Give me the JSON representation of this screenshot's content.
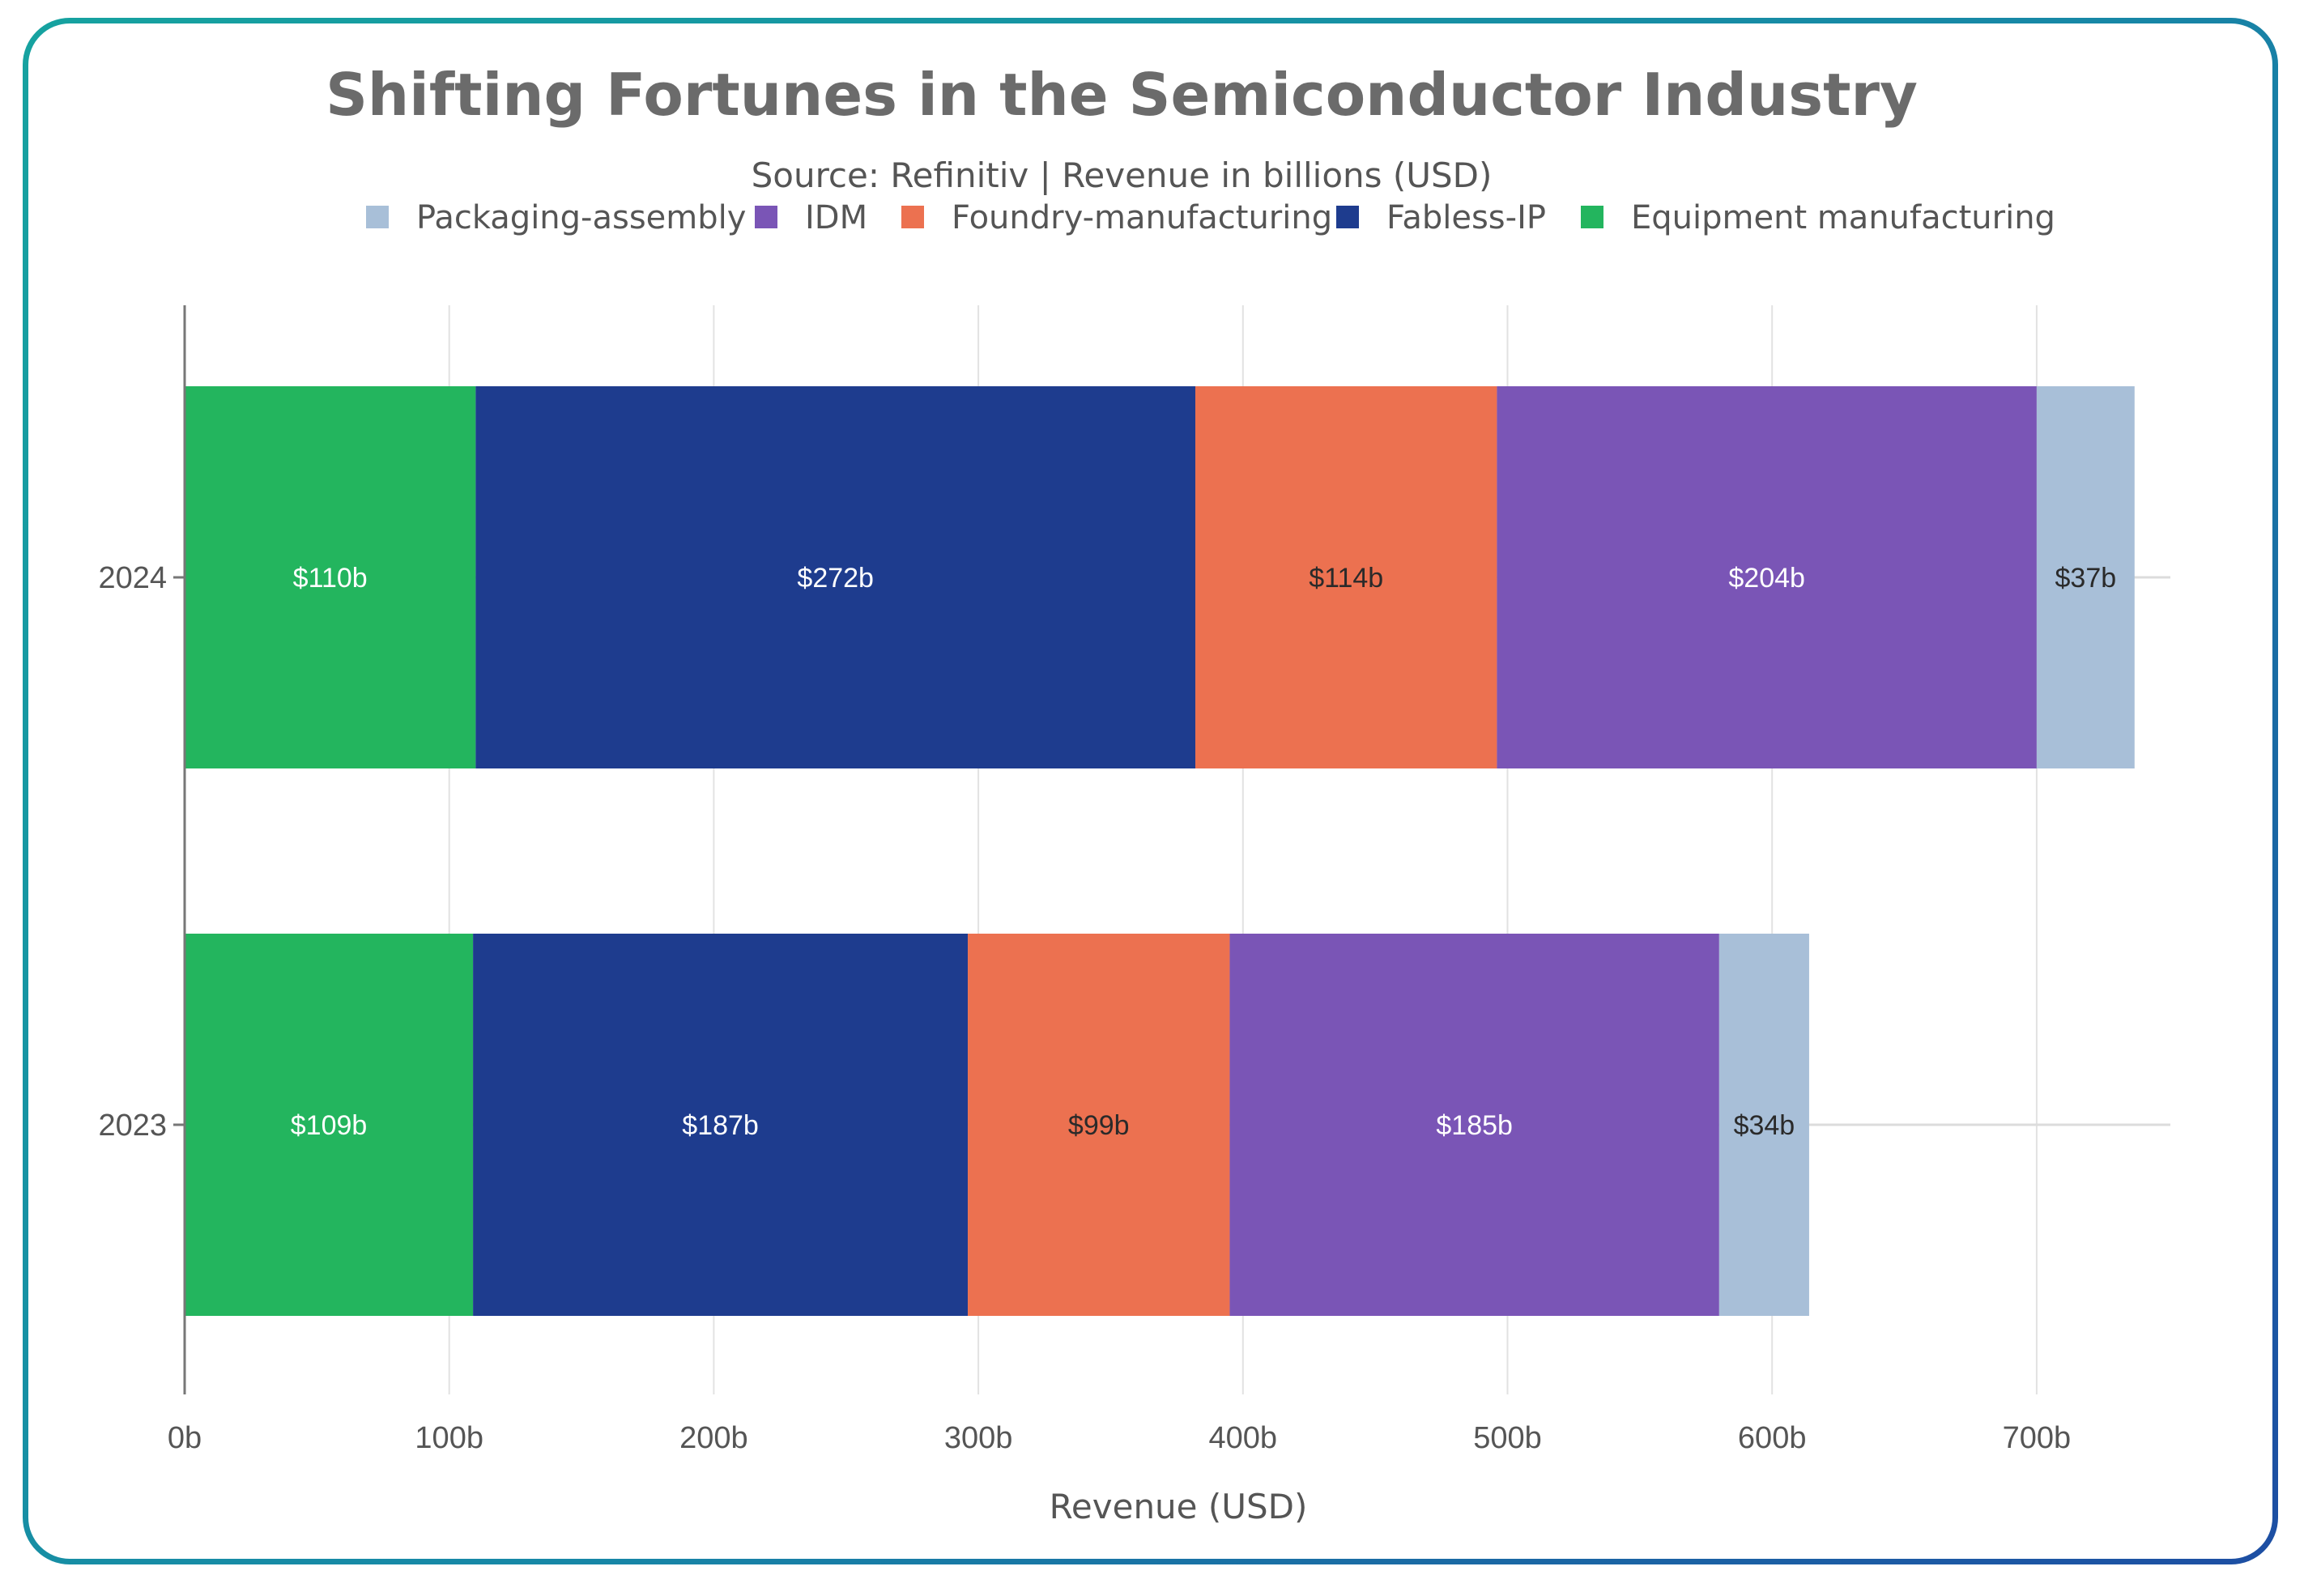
{
  "chart_data": {
    "type": "bar",
    "orientation": "horizontal",
    "stacked": true,
    "title": "Shifting Fortunes in the Semiconductor Industry",
    "subtitle": "Source: Refinitiv | Revenue in billions (USD)",
    "xlabel": "Revenue (USD)",
    "ylabel": "",
    "xlim": [
      0,
      750
    ],
    "x_ticks": [
      {
        "value": 0,
        "label": "0b"
      },
      {
        "value": 100,
        "label": "100b"
      },
      {
        "value": 200,
        "label": "200b"
      },
      {
        "value": 300,
        "label": "300b"
      },
      {
        "value": 400,
        "label": "400b"
      },
      {
        "value": 500,
        "label": "500b"
      },
      {
        "value": 600,
        "label": "600b"
      },
      {
        "value": 700,
        "label": "700b"
      }
    ],
    "grid": true,
    "legend_position": "top",
    "categories": [
      "2024",
      "2023"
    ],
    "legend": [
      "Packaging-assembly",
      "IDM",
      "Foundry-manufacturing",
      "Fabless-IP",
      "Equipment manufacturing"
    ],
    "series": [
      {
        "name": "Equipment manufacturing",
        "color": "#23b55e",
        "label_color": "#ffffff",
        "values": [
          110,
          109
        ],
        "labels": [
          "$110b",
          "$109b"
        ]
      },
      {
        "name": "Fabless-IP",
        "color": "#1e3c8e",
        "label_color": "#ffffff",
        "values": [
          272,
          187
        ],
        "labels": [
          "$272b",
          "$187b"
        ]
      },
      {
        "name": "Foundry-manufacturing",
        "color": "#ec7150",
        "label_color": "#2a2a2a",
        "values": [
          114,
          99
        ],
        "labels": [
          "$114b",
          "$99b"
        ]
      },
      {
        "name": "IDM",
        "color": "#7a55b6",
        "label_color": "#ffffff",
        "values": [
          204,
          185
        ],
        "labels": [
          "$204b",
          "$185b"
        ]
      },
      {
        "name": "Packaging-assembly",
        "color": "#a8bfd8",
        "label_color": "#2a2a2a",
        "values": [
          37,
          34
        ],
        "labels": [
          "$37b",
          "$34b"
        ]
      }
    ]
  }
}
